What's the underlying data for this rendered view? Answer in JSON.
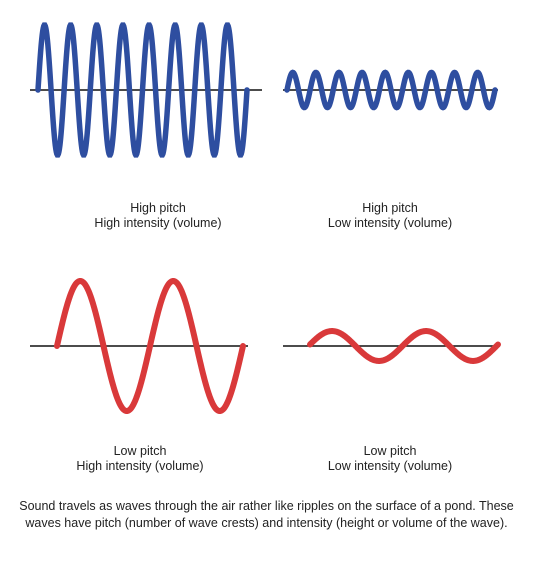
{
  "colors": {
    "blue_wave": "#2e4ea0",
    "red_wave": "#d9393a",
    "axis": "#111111"
  },
  "panels": [
    {
      "id": "hp-hi",
      "line1": "High pitch",
      "line2": "High intensity (volume)",
      "wave": {
        "color": "blue",
        "crests": 8,
        "relative_amplitude": 1.0
      }
    },
    {
      "id": "hp-lo",
      "line1": "High pitch",
      "line2": "Low intensity (volume)",
      "wave": {
        "color": "blue",
        "crests": 9,
        "relative_amplitude": 0.27
      }
    },
    {
      "id": "lp-hi",
      "line1": "Low pitch",
      "line2": "High intensity (volume)",
      "wave": {
        "color": "red",
        "crests": 2,
        "relative_amplitude": 1.0
      }
    },
    {
      "id": "lp-lo",
      "line1": "Low pitch",
      "line2": "Low intensity (volume)",
      "wave": {
        "color": "red",
        "crests": 2,
        "relative_amplitude": 0.23
      }
    }
  ],
  "caption": "Sound travels as waves through the air rather like ripples on the surface of a pond. These waves have pitch (number of wave crests) and intensity (height or volume of the wave)."
}
